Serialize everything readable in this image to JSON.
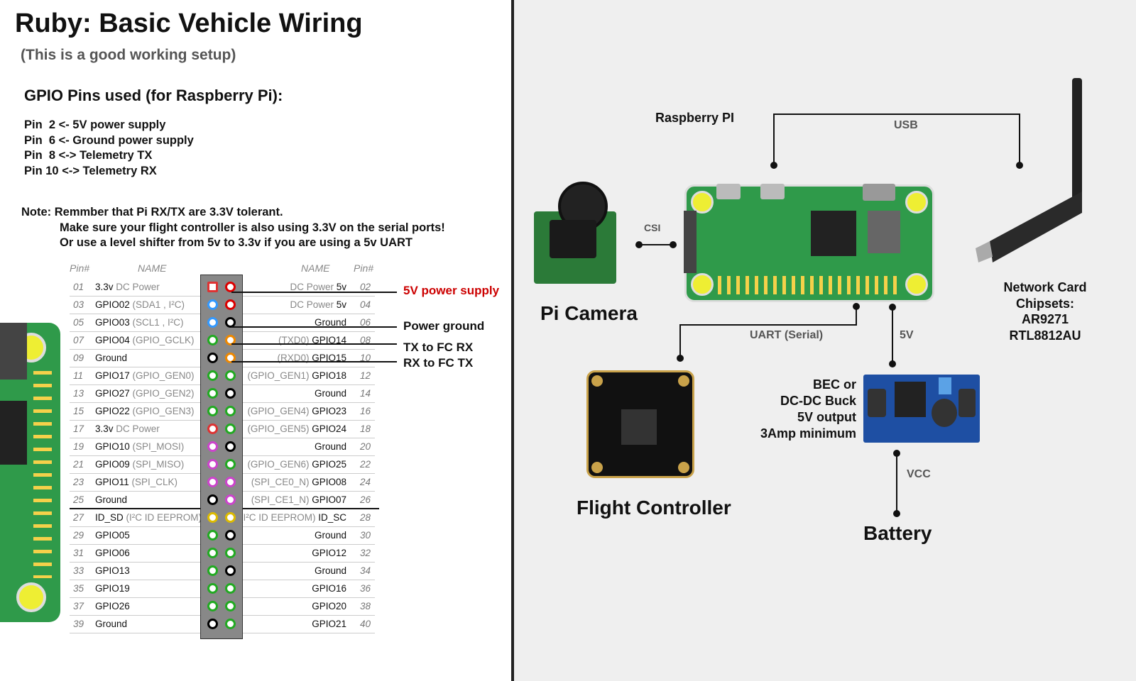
{
  "title": "Ruby:  Basic Vehicle Wiring",
  "subtitle": "(This is a good working setup)",
  "gpio_heading": "GPIO Pins used (for Raspberry Pi):",
  "pins_used": [
    "Pin  2 <- 5V power supply",
    "Pin  6 <- Ground power supply",
    "Pin  8 <-> Telemetry TX",
    "Pin 10 <-> Telemetry RX"
  ],
  "note": {
    "line1": "Note: Remmber that Pi RX/TX are 3.3V tolerant.",
    "line2": "Make sure your flight controller is also using 3.3V on the serial ports!",
    "line3": "Or use a level shifter from 5v to 3.3v if you are using a 5v UART"
  },
  "table_headers": {
    "pin": "Pin#",
    "name": "NAME",
    "name_r": "NAME",
    "pin_r": "Pin#"
  },
  "pinout_rows": [
    {
      "ln": "01",
      "lname": "3.3v",
      "lsub": " DC Power",
      "lcolor": "#d33",
      "rname": "5v",
      "rsub": "DC Power ",
      "rcolor": "#d00",
      "rn": "02"
    },
    {
      "ln": "03",
      "lname": "GPIO02",
      "lsub": " (SDA1 , I²C)",
      "lcolor": "#39f",
      "rname": "5v",
      "rsub": "DC Power ",
      "rcolor": "#d00",
      "rn": "04"
    },
    {
      "ln": "05",
      "lname": "GPIO03",
      "lsub": " (SCL1 , I²C)",
      "lcolor": "#39f",
      "rname": "Ground",
      "rsub": "",
      "rcolor": "#000",
      "rn": "06"
    },
    {
      "ln": "07",
      "lname": "GPIO04",
      "lsub": " (GPIO_GCLK)",
      "lcolor": "#2a2",
      "rname": "GPIO14",
      "rsub": "(TXD0) ",
      "rcolor": "#e80",
      "rn": "08"
    },
    {
      "ln": "09",
      "lname": "Ground",
      "lsub": "",
      "lcolor": "#000",
      "rname": "GPIO15",
      "rsub": "(RXD0) ",
      "rcolor": "#e80",
      "rn": "10"
    },
    {
      "ln": "11",
      "lname": "GPIO17",
      "lsub": " (GPIO_GEN0)",
      "lcolor": "#2a2",
      "rname": "GPIO18",
      "rsub": "(GPIO_GEN1) ",
      "rcolor": "#2a2",
      "rn": "12"
    },
    {
      "ln": "13",
      "lname": "GPIO27",
      "lsub": " (GPIO_GEN2)",
      "lcolor": "#2a2",
      "rname": "Ground",
      "rsub": "",
      "rcolor": "#000",
      "rn": "14"
    },
    {
      "ln": "15",
      "lname": "GPIO22",
      "lsub": " (GPIO_GEN3)",
      "lcolor": "#2a2",
      "rname": "GPIO23",
      "rsub": "(GPIO_GEN4) ",
      "rcolor": "#2a2",
      "rn": "16"
    },
    {
      "ln": "17",
      "lname": "3.3v",
      "lsub": " DC Power",
      "lcolor": "#d33",
      "rname": "GPIO24",
      "rsub": "(GPIO_GEN5) ",
      "rcolor": "#2a2",
      "rn": "18"
    },
    {
      "ln": "19",
      "lname": "GPIO10",
      "lsub": " (SPI_MOSI)",
      "lcolor": "#c4c",
      "rname": "Ground",
      "rsub": "",
      "rcolor": "#000",
      "rn": "20"
    },
    {
      "ln": "21",
      "lname": "GPIO09",
      "lsub": " (SPI_MISO)",
      "lcolor": "#c4c",
      "rname": "GPIO25",
      "rsub": "(GPIO_GEN6) ",
      "rcolor": "#2a2",
      "rn": "22"
    },
    {
      "ln": "23",
      "lname": "GPIO11",
      "lsub": " (SPI_CLK)",
      "lcolor": "#c4c",
      "rname": "GPIO08",
      "rsub": "(SPI_CE0_N) ",
      "rcolor": "#c4c",
      "rn": "24"
    },
    {
      "ln": "25",
      "lname": "Ground",
      "lsub": "",
      "lcolor": "#000",
      "rname": "GPIO07",
      "rsub": "(SPI_CE1_N) ",
      "rcolor": "#c4c",
      "rn": "26"
    },
    {
      "ln": "27",
      "lname": "ID_SD",
      "lsub": " (I²C ID EEPROM)",
      "lcolor": "#db0",
      "rname": "ID_SC",
      "rsub": "(I²C ID EEPROM) ",
      "rcolor": "#db0",
      "rn": "28"
    },
    {
      "ln": "29",
      "lname": "GPIO05",
      "lsub": "",
      "lcolor": "#2a2",
      "rname": "Ground",
      "rsub": "",
      "rcolor": "#000",
      "rn": "30"
    },
    {
      "ln": "31",
      "lname": "GPIO06",
      "lsub": "",
      "lcolor": "#2a2",
      "rname": "GPIO12",
      "rsub": "",
      "rcolor": "#2a2",
      "rn": "32"
    },
    {
      "ln": "33",
      "lname": "GPIO13",
      "lsub": "",
      "lcolor": "#2a2",
      "rname": "Ground",
      "rsub": "",
      "rcolor": "#000",
      "rn": "34"
    },
    {
      "ln": "35",
      "lname": "GPIO19",
      "lsub": "",
      "lcolor": "#2a2",
      "rname": "GPIO16",
      "rsub": "",
      "rcolor": "#2a2",
      "rn": "36"
    },
    {
      "ln": "37",
      "lname": "GPIO26",
      "lsub": "",
      "lcolor": "#2a2",
      "rname": "GPIO20",
      "rsub": "",
      "rcolor": "#2a2",
      "rn": "38"
    },
    {
      "ln": "39",
      "lname": "Ground",
      "lsub": "",
      "lcolor": "#000",
      "rname": "GPIO21",
      "rsub": "",
      "rcolor": "#2a2",
      "rn": "40"
    }
  ],
  "callouts": {
    "power_supply": "5V power supply",
    "power_ground": "Power ground",
    "tx": "TX to FC RX",
    "rx": "RX to FC TX",
    "power_supply_color": "#cc0000"
  },
  "diagram": {
    "raspberry_pi": "Raspberry PI",
    "usb": "USB",
    "csi": "CSI",
    "pi_camera": "Pi Camera",
    "uart": "UART (Serial)",
    "v5": "5V",
    "flight_controller": "Flight Controller",
    "bec_lines": [
      "BEC or",
      "DC-DC Buck",
      "5V output",
      "3Amp minimum"
    ],
    "vcc": "VCC",
    "battery": "Battery",
    "network_card": [
      "Network Card",
      "Chipsets:",
      "AR9271",
      "RTL8812AU"
    ]
  },
  "colors": {
    "pcb_green": "#2f9a4a",
    "divider": "#222222",
    "right_bg": "#efefef"
  }
}
